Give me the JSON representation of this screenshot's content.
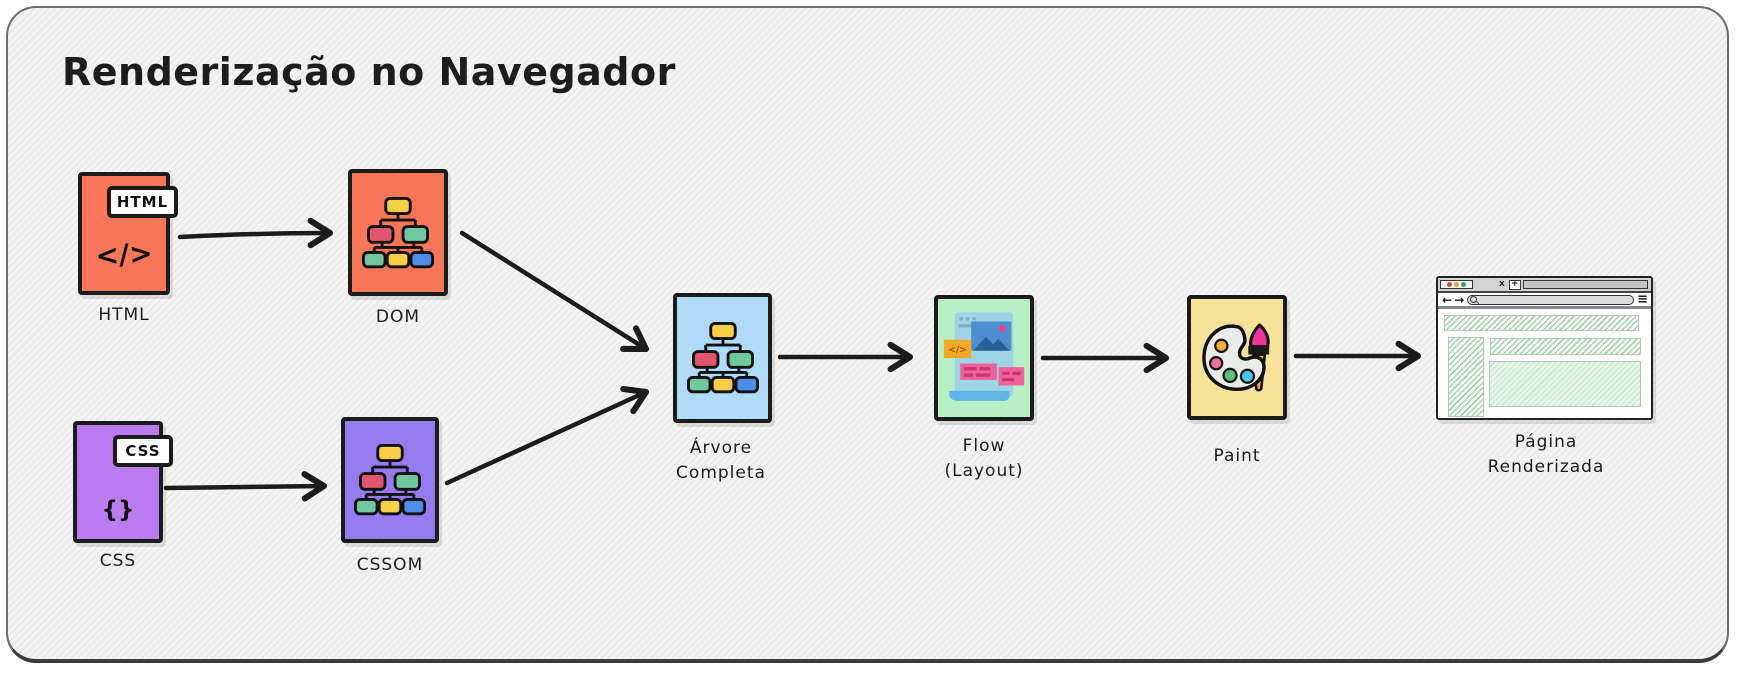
{
  "title": "Renderização no Navegador",
  "colors": {
    "ink": "#1c1c1c",
    "html_card": "#F97757",
    "dom_card": "#F97757",
    "css_card": "#BA7BF0",
    "cssom_card": "#9779F0",
    "tree_card": "#AFDAF8",
    "flow_card": "#B9EFC6",
    "paint_card": "#F9E39A",
    "node_yellow": "#F7CE46",
    "node_red": "#E1556E",
    "node_green": "#70C89E",
    "node_blue": "#4D8CE8",
    "traffic_red": "#D84A3F",
    "traffic_orange": "#E8A33D",
    "traffic_green": "#3F9E62",
    "flow_page_blue": "#9FD4E6",
    "flow_page_detail": "#7FB0C0",
    "flow_image_blue": "#4B8FD0",
    "flow_mountain_blue": "#2C5F94",
    "flow_sun_pink": "#E84393",
    "flow_orange": "#F9A826",
    "flow_pink": "#F0609A",
    "flow_pink_dark": "#C23673",
    "flow_footer_blue": "#5FB5E5",
    "palette_base": "#E9ECE9",
    "palette_dot_orange": "#F2B134",
    "palette_dot_pink": "#F26F9F",
    "palette_dot_green": "#5BBF74",
    "palette_dot_blue": "#45C5F0",
    "brush_tip": "#F0339B",
    "brush_handle": "#F5A93B"
  },
  "stages": {
    "html_file": {
      "tab": "HTML",
      "glyph": "</>",
      "caption": "HTML"
    },
    "dom": {
      "caption": "DOM"
    },
    "css_file": {
      "tab": "CSS",
      "glyph": "{}",
      "caption": "CSS"
    },
    "cssom": {
      "caption": "CSSOM"
    },
    "render_tree": {
      "caption_line1": "Árvore",
      "caption_line2": "Completa"
    },
    "flow": {
      "caption_line1": "Flow",
      "caption_line2": "(Layout)",
      "code_glyph": "</>"
    },
    "paint": {
      "caption": "Paint"
    },
    "rendered_page": {
      "caption_line1": "Página",
      "caption_line2": "Renderizada"
    }
  },
  "browser_chrome": {
    "close_tab": "x",
    "new_tab": "+",
    "back": "←",
    "forward": "→",
    "menu": "≡"
  }
}
